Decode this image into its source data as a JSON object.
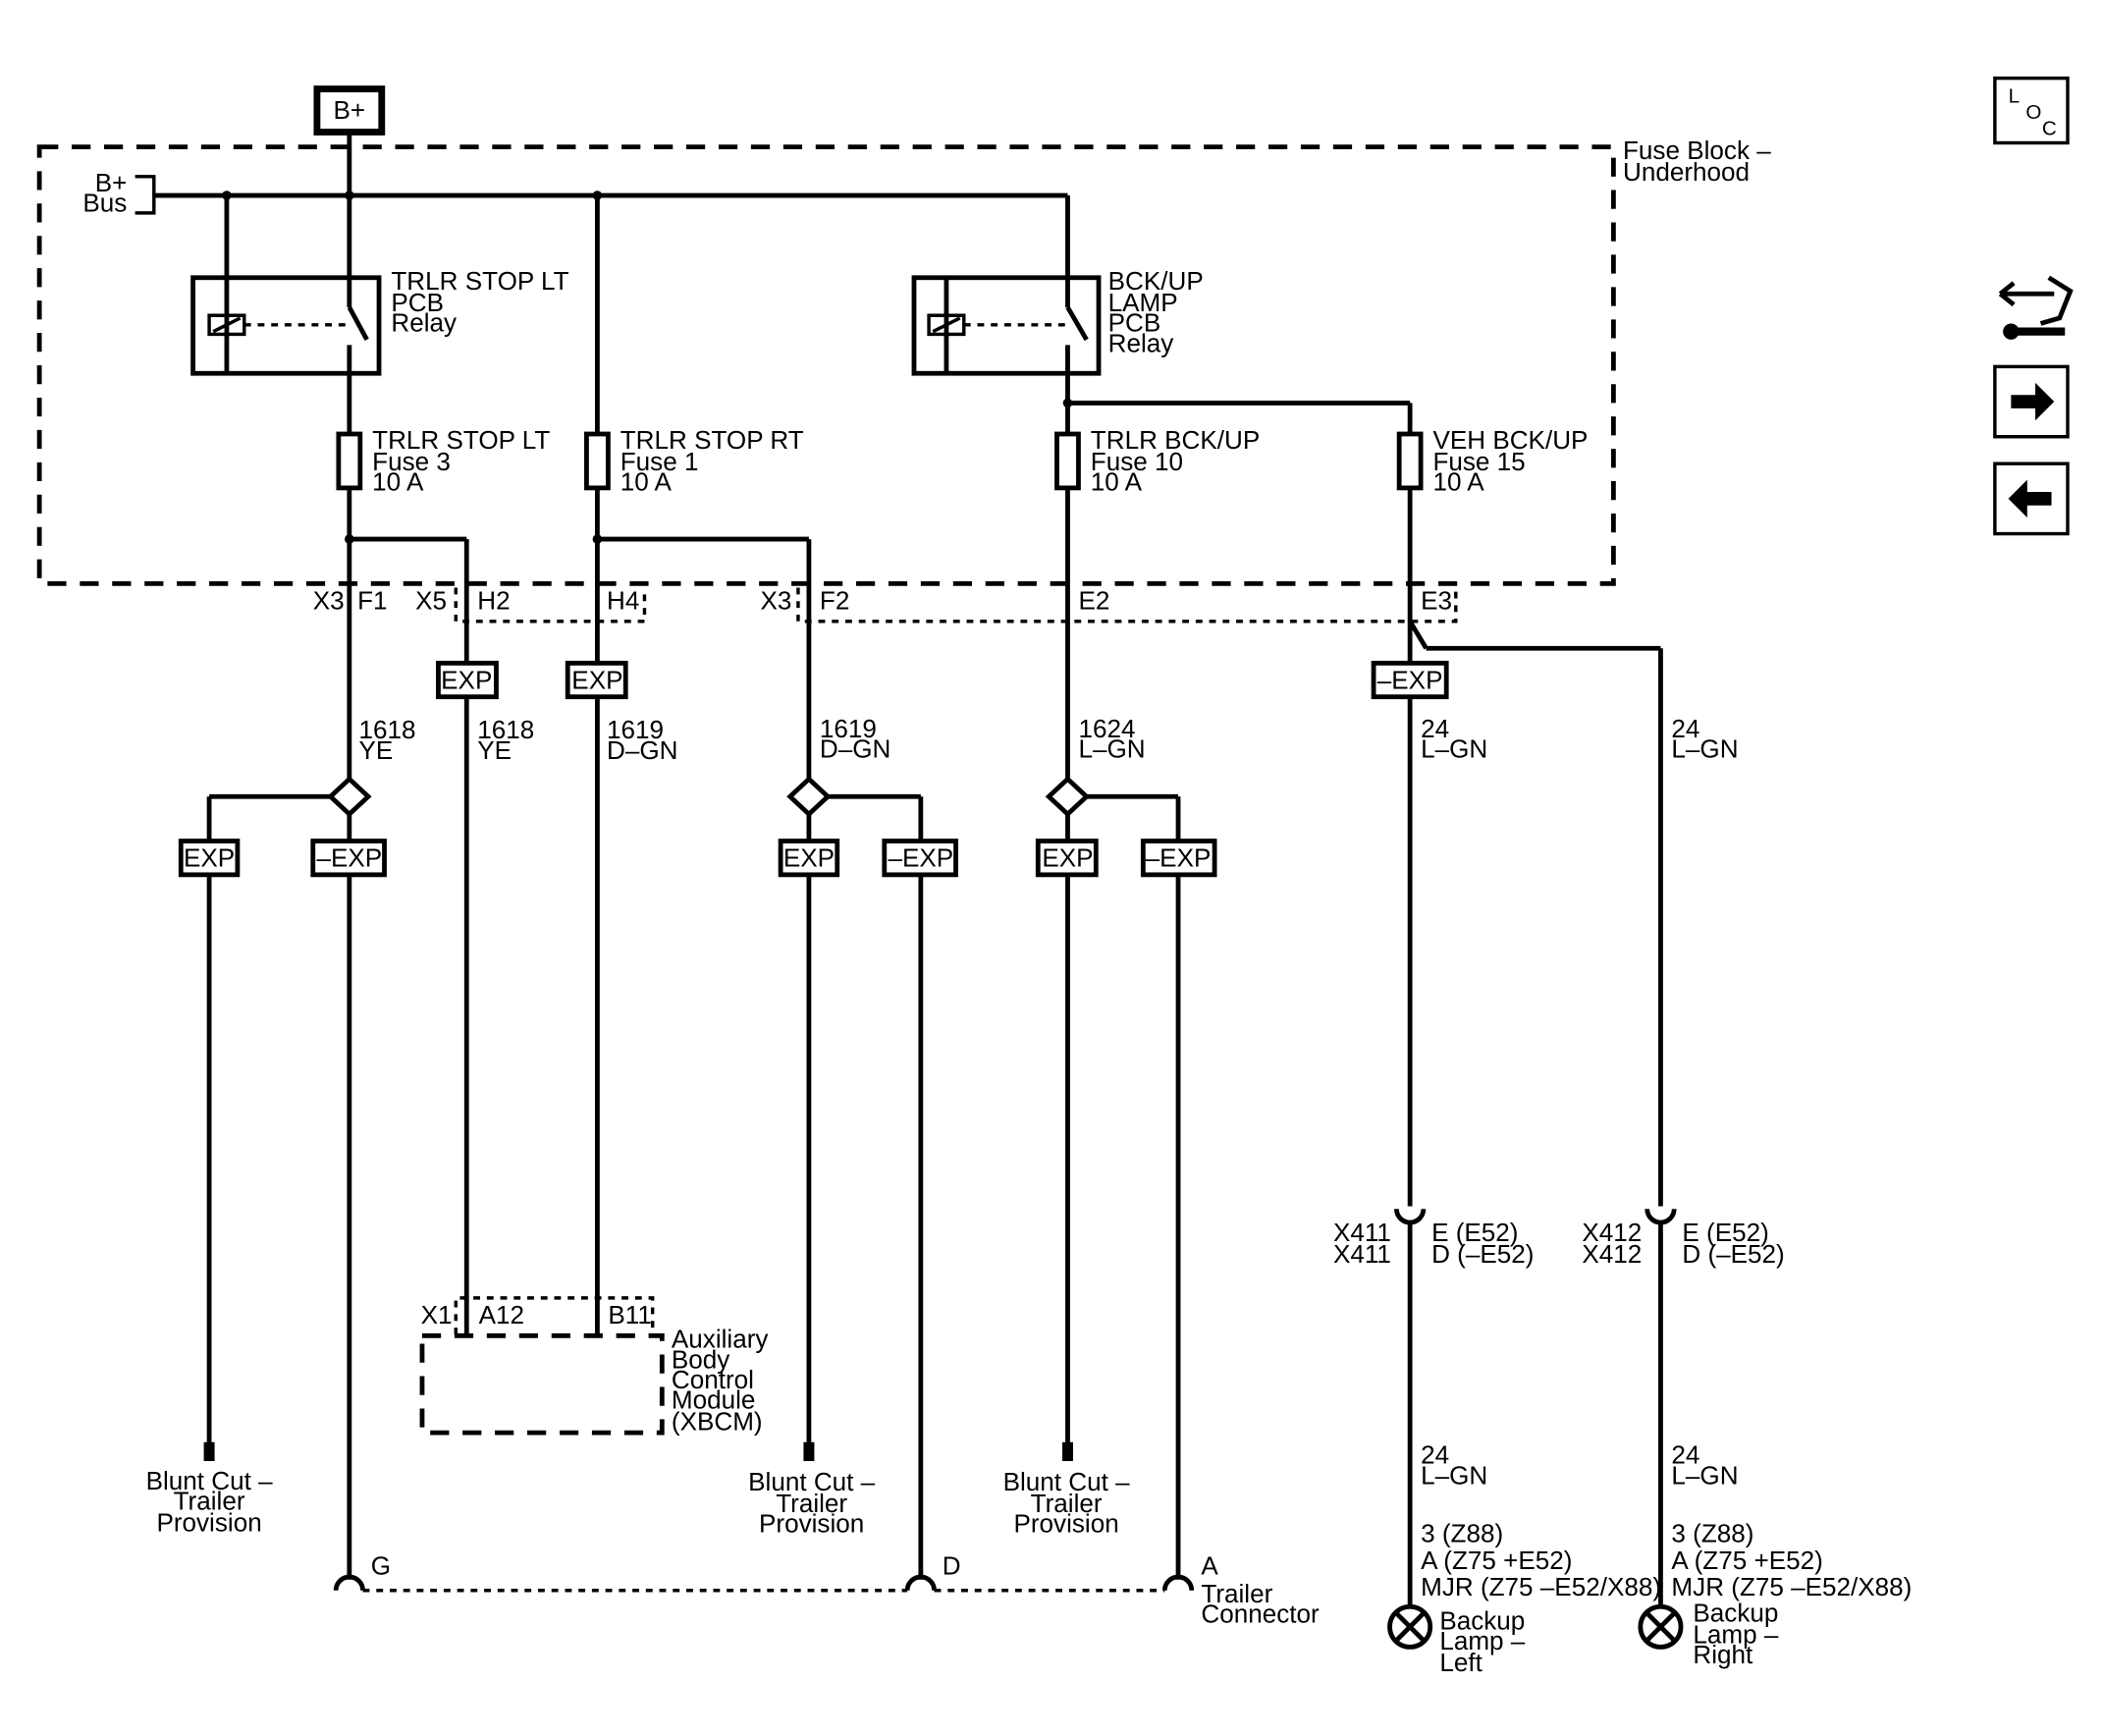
{
  "nav": {
    "loc_icon": "loc-icon",
    "connector_icon": "connector-wrench-icon",
    "next_icon": "arrow-right-icon",
    "prev_icon": "arrow-left-icon",
    "loc_letters": [
      "L",
      "O",
      "C"
    ]
  },
  "power": {
    "b_plus": "B+",
    "bus_line1": "B+",
    "bus_line2": "Bus"
  },
  "fuse_block": {
    "line1": "Fuse Block –",
    "line2": "Underhood"
  },
  "relays": [
    {
      "line1": "TRLR STOP LT",
      "line2": "PCB",
      "line3": "Relay"
    },
    {
      "line1": "BCK/UP",
      "line2": "LAMP",
      "line3": "PCB",
      "line4": "Relay"
    }
  ],
  "fuses": [
    {
      "name": "TRLR STOP LT",
      "number": "Fuse 3",
      "rating": "10 A"
    },
    {
      "name": "TRLR STOP RT",
      "number": "Fuse 1",
      "rating": "10 A"
    },
    {
      "name": "TRLR BCK/UP",
      "number": "Fuse 10",
      "rating": "10 A"
    },
    {
      "name": "VEH BCK/UP",
      "number": "Fuse 15",
      "rating": "10 A"
    }
  ],
  "connectors": {
    "x3_f1": {
      "conn": "X3",
      "pin": "F1"
    },
    "x5_h2": {
      "conn": "X5",
      "pin": "H2"
    },
    "h4": {
      "pin": "H4"
    },
    "x3_f2": {
      "conn": "X3",
      "pin": "F2"
    },
    "e2": {
      "pin": "E2"
    },
    "e3": {
      "pin": "E3"
    },
    "x1_a12": {
      "conn": "X1",
      "pin": "A12"
    },
    "b11": {
      "pin": "B11"
    },
    "x411": {
      "conn1": "X411",
      "conn2": "X411",
      "pin1": "E (E52)",
      "pin2": "D (–E52)"
    },
    "x412": {
      "conn1": "X412",
      "conn2": "X412",
      "pin1": "E (E52)",
      "pin2": "D (–E52)"
    }
  },
  "options": {
    "exp": "EXP",
    "not_exp": "–EXP"
  },
  "wires": [
    {
      "circuit": "1618",
      "color": "YE"
    },
    {
      "circuit": "1618",
      "color": "YE"
    },
    {
      "circuit": "1619",
      "color": "D–GN"
    },
    {
      "circuit": "1619",
      "color": "D–GN"
    },
    {
      "circuit": "1624",
      "color": "L–GN"
    },
    {
      "circuit": "24",
      "color": "L–GN"
    },
    {
      "circuit": "24",
      "color": "L–GN"
    },
    {
      "circuit": "24",
      "color": "L–GN"
    },
    {
      "circuit": "24",
      "color": "L–GN"
    }
  ],
  "xbcm": {
    "lines": [
      "Auxiliary",
      "Body",
      "Control",
      "Module",
      "(XBCM)"
    ]
  },
  "blunt_cut": {
    "line1": "Blunt Cut –",
    "line2": "Trailer",
    "line3": "Provision"
  },
  "trailer_connector": {
    "pin_g": "G",
    "pin_d": "D",
    "pin_a": "A",
    "line1": "Trailer",
    "line2": "Connector"
  },
  "lamp_left": {
    "pin1": "3 (Z88)",
    "pin2": "A (Z75 +E52)",
    "pin3": "MJR (Z75 –E52/X88)",
    "line1": "Backup",
    "line2": "Lamp –",
    "line3": "Left"
  },
  "lamp_right": {
    "pin1": "3 (Z88)",
    "pin2": "A (Z75 +E52)",
    "pin3": "MJR (Z75 –E52/X88)",
    "line1": "Backup",
    "line2": "Lamp –",
    "line3": "Right"
  }
}
